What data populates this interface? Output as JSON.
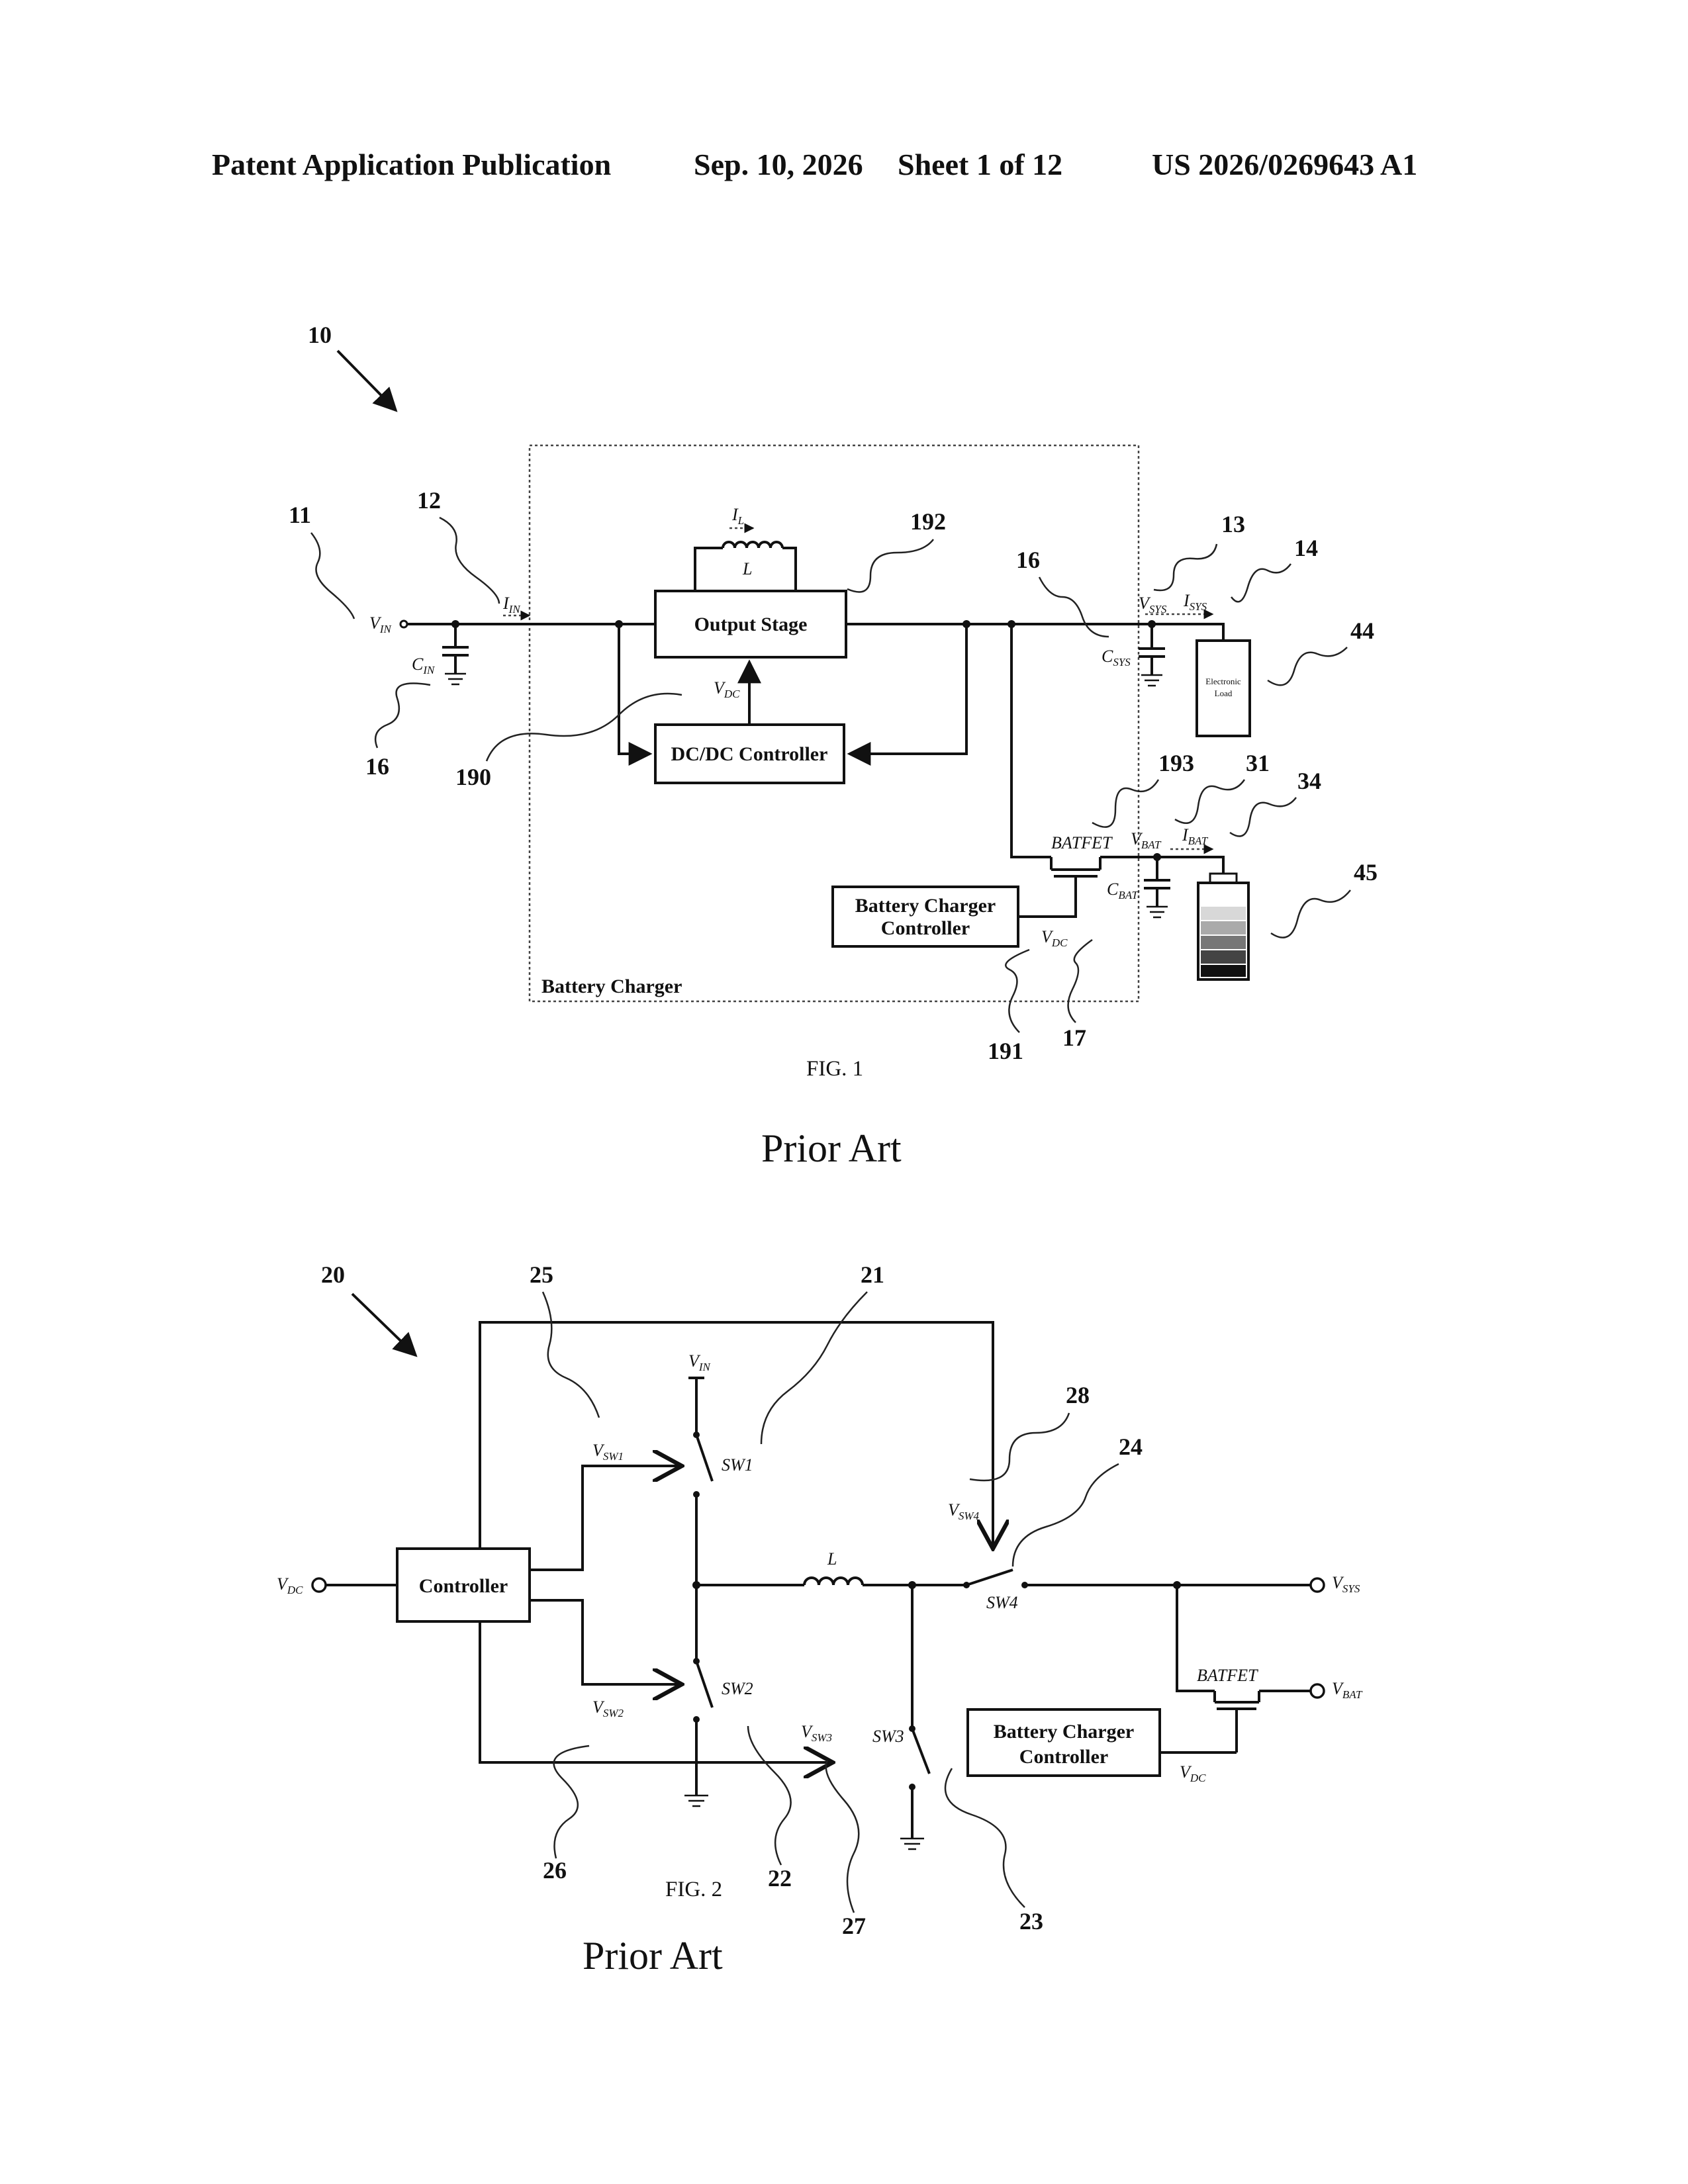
{
  "header": {
    "publication": "Patent Application Publication",
    "date": "Sep. 10, 2026",
    "sheet": "Sheet 1 of 12",
    "number": "US 2026/0269643 A1"
  },
  "fig1": {
    "caption": "FIG. 1",
    "prior_art": "Prior Art",
    "refs": {
      "r10": "10",
      "r11": "11",
      "r12": "12",
      "r13": "13",
      "r14": "14",
      "r16a": "16",
      "r16b": "16",
      "r17": "17",
      "r31": "31",
      "r34": "34",
      "r44": "44",
      "r45": "45",
      "r190": "190",
      "r191": "191",
      "r192": "192",
      "r193": "193"
    },
    "blocks": {
      "output_stage": "Output Stage",
      "dcdc_controller": "DC/DC Controller",
      "bc_controller_line1": "Battery Charger",
      "bc_controller_line2": "Controller",
      "charger_label": "Battery Charger",
      "load_line1": "Electronic",
      "load_line2": "Load"
    },
    "symbols": {
      "vin": "V",
      "vin_sub": "IN",
      "iin": "I",
      "iin_sub": "IN",
      "il": "I",
      "il_sub": "L",
      "l": "L",
      "cin": "C",
      "cin_sub": "IN",
      "vdc_top": "V",
      "vdc_top_sub": "DC",
      "vsys": "V",
      "vsys_sub": "SYS",
      "isys": "I",
      "isys_sub": "SYS",
      "csys": "C",
      "csys_sub": "SYS",
      "batfet": "BATFET",
      "vbat": "V",
      "vbat_sub": "BAT",
      "ibat": "I",
      "ibat_sub": "BAT",
      "cbat": "C",
      "cbat_sub": "BAT",
      "vdc": "V",
      "vdc_sub": "DC"
    }
  },
  "fig2": {
    "caption": "FIG. 2",
    "prior_art": "Prior Art",
    "refs": {
      "r20": "20",
      "r21": "21",
      "r22": "22",
      "r23": "23",
      "r24": "24",
      "r25": "25",
      "r26": "26",
      "r27": "27",
      "r28": "28"
    },
    "blocks": {
      "controller": "Controller",
      "bc_controller_line1": "Battery Charger",
      "bc_controller_line2": "Controller"
    },
    "symbols": {
      "vdc": "V",
      "vdc_sub": "DC",
      "vin": "V",
      "vin_sub": "IN",
      "vsw1": "V",
      "vsw1_sub": "SW1",
      "sw1": "SW1",
      "vsw2": "V",
      "vsw2_sub": "SW2",
      "sw2": "SW2",
      "l": "L",
      "vsw3": "V",
      "vsw3_sub": "SW3",
      "sw3": "SW3",
      "vsw4": "V",
      "vsw4_sub": "SW4",
      "sw4": "SW4",
      "vsys": "V",
      "vsys_sub": "SYS",
      "batfet": "BATFET",
      "vbat": "V",
      "vbat_sub": "BAT",
      "vdc_bc": "V",
      "vdc_bc_sub": "DC"
    }
  }
}
